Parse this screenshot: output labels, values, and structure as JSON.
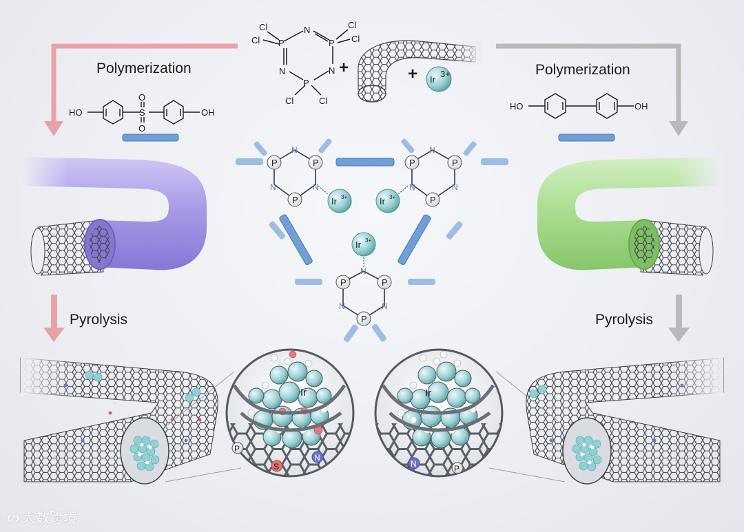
{
  "steps": {
    "left_polymerization": "Polymerization",
    "right_polymerization": "Polymerization",
    "left_pyrolysis": "Pyrolysis",
    "right_pyrolysis": "Pyrolysis"
  },
  "reactant": {
    "ring": {
      "cl": "Cl",
      "p": "P",
      "n": "N"
    },
    "plus": "+",
    "ion": "Ir",
    "ion_charge": "3+"
  },
  "monomers": {
    "left": {
      "ho": "HO",
      "oh": "OH",
      "s": "S",
      "o": "O"
    },
    "right": {
      "ho": "HO",
      "oh": "OH"
    }
  },
  "network": {
    "p": "P",
    "n": "N",
    "ion": "Ir",
    "ion_charge": "3+"
  },
  "zoom": {
    "left": {
      "ir": "Ir",
      "p": "P",
      "s": "S",
      "n": "N"
    },
    "right": {
      "ir": "Ir",
      "n": "N",
      "p": "P"
    }
  },
  "watermark": "大数跨境",
  "colors": {
    "left_arrow": "#e8a3a8",
    "right_arrow": "#b9b9bb",
    "purple_coat": "#a79ae6",
    "green_coat": "#a8dc8f",
    "link_blue": "#6f9fd6",
    "ir_teal": "#79c3c8",
    "nitrogen": "#5e72c8"
  }
}
